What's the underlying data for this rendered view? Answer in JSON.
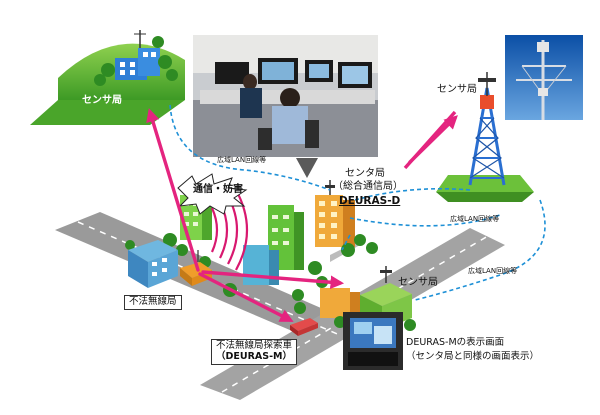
{
  "labels": {
    "sensor_left": "センサ局",
    "sensor_top_right": "センサ局",
    "sensor_mid_right": "センサ局",
    "center_line1": "センタ局",
    "center_line2": "（総合通信局）",
    "center_name": "DEURAS-D",
    "lan_top": "広域LAN回線等",
    "lan_right1": "広域LAN回線等",
    "lan_right2": "広域LAN回線等",
    "interference": "通信・妨害",
    "illegal_station": "不法無線局",
    "search_car_line1": "不法無線局探索車",
    "search_car_line2": "（DEURAS-M）",
    "display_line1": "DEURAS-Mの表示画面",
    "display_line2": "（センタ局と同様の画面表示）"
  },
  "colors": {
    "link_arrow": "#e4247f",
    "lan_dashed": "#1e90d6",
    "wave": "#d8186f",
    "road": "#9a9a9a",
    "grass": "#5bb12f",
    "tower": "#2a6fd1"
  }
}
